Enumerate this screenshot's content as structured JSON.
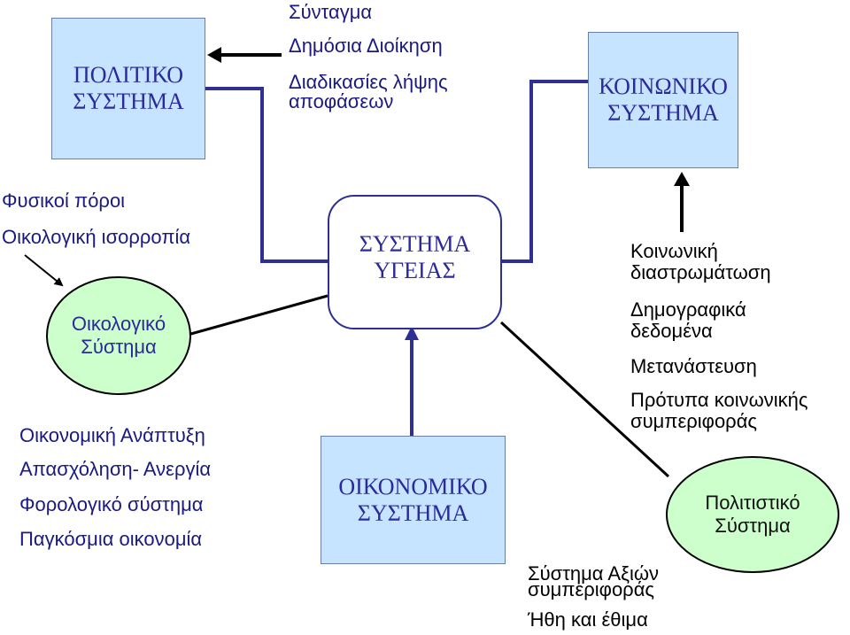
{
  "nodes": {
    "political": {
      "line1": "ΠΟΛΙΤΙΚΟ",
      "line2": "ΣΥΣΤΗΜΑ"
    },
    "social": {
      "line1": "ΚΟΙΝΩΝΙΚΟ",
      "line2": "ΣΥΣΤΗΜΑ"
    },
    "health": {
      "line1": "ΣΥΣΤΗΜΑ",
      "line2": "ΥΓΕΙΑΣ"
    },
    "economic": {
      "line1": "ΟΙΚΟΝΟΜΙΚΟ",
      "line2": "ΣΥΣΤΗΜΑ"
    },
    "ecological": {
      "line1": "Οικολογικό",
      "line2": "Σύστημα"
    },
    "cultural": {
      "line1": "Πολιτιστικό",
      "line2": "Σύστημα"
    }
  },
  "labels": {
    "political_items": [
      "Σύνταγμα",
      "Δημόσια Διοίκηση",
      "Διαδικασίες λήψης",
      "αποφάσεων"
    ],
    "ecological_items": [
      "Φυσικοί πόροι",
      "Οικολογική ισορροπία"
    ],
    "economic_items": [
      "Οικονομική Ανάπτυξη",
      "Απασχόληση- Ανεργία",
      "Φορολογικό σύστημα",
      "Παγκόσμια οικονομία"
    ],
    "social_items": [
      "Κοινωνική",
      "διαστρωμάτωση",
      "Δημογραφικά",
      "δεδομένα",
      "Μετανάστευση",
      "Πρότυπα κοινωνικής",
      "συμπεριφοράς"
    ],
    "cultural_items": [
      "Σύστημα Αξιών",
      "συμπεριφοράς",
      "Ήθη και έθιμα"
    ]
  },
  "colors": {
    "box_fill": "#c6e4ff",
    "box_text": "#2a2a9c",
    "ellipse_fill": "#ccffcc",
    "connector": "#2e2f92",
    "arrow": "#000000"
  }
}
